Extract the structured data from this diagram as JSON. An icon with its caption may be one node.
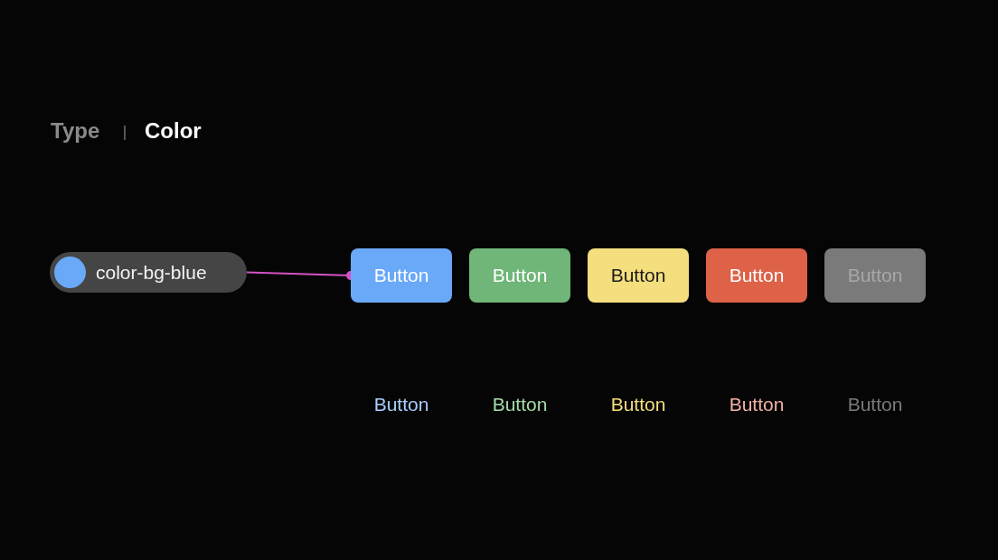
{
  "diagram": {
    "nodes": [
      {
        "text": [
          "color-bg-blue"
        ]
      },
      {
        "text": [
          "Button"
        ]
      },
      {
        "text": [
          "Button"
        ]
      },
      {
        "text": [
          "Button"
        ]
      },
      {
        "text": [
          "Button"
        ]
      },
      {
        "text": [
          "Button"
        ]
      }
    ],
    "edges": [
      {
        "from": 0,
        "to": 1,
        "arrow": "other"
      }
    ],
    "labels": [
      "Type",
      "Color",
      "Button",
      "Button",
      "Button",
      "Button",
      "Button"
    ]
  }
}
